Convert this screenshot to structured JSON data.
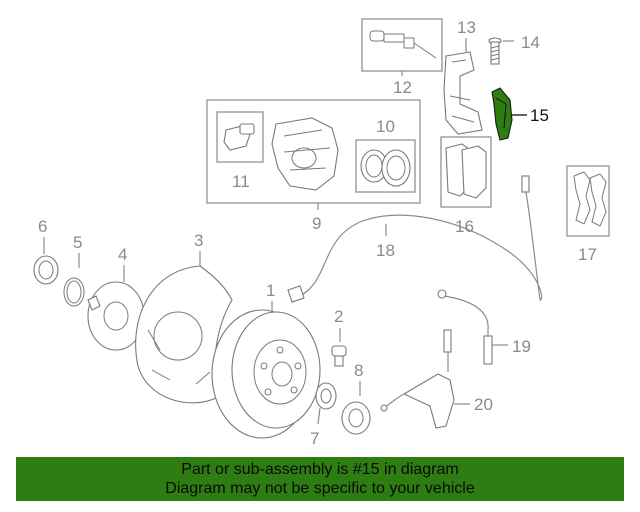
{
  "callouts": {
    "c1": "1",
    "c2": "2",
    "c3": "3",
    "c4": "4",
    "c5": "5",
    "c6": "6",
    "c7": "7",
    "c8": "8",
    "c9": "9",
    "c10": "10",
    "c11": "11",
    "c12": "12",
    "c13": "13",
    "c14": "14",
    "c15": "15",
    "c16": "16",
    "c17": "17",
    "c18": "18",
    "c19": "19",
    "c20": "20"
  },
  "colors": {
    "highlight_part": "#2e7d12",
    "banner_bg": "#2e7d12",
    "line": "#8c8c8c"
  },
  "banner": {
    "line1": "Part or sub-assembly is #15 in diagram",
    "line2": "Diagram may not be specific to your vehicle"
  }
}
